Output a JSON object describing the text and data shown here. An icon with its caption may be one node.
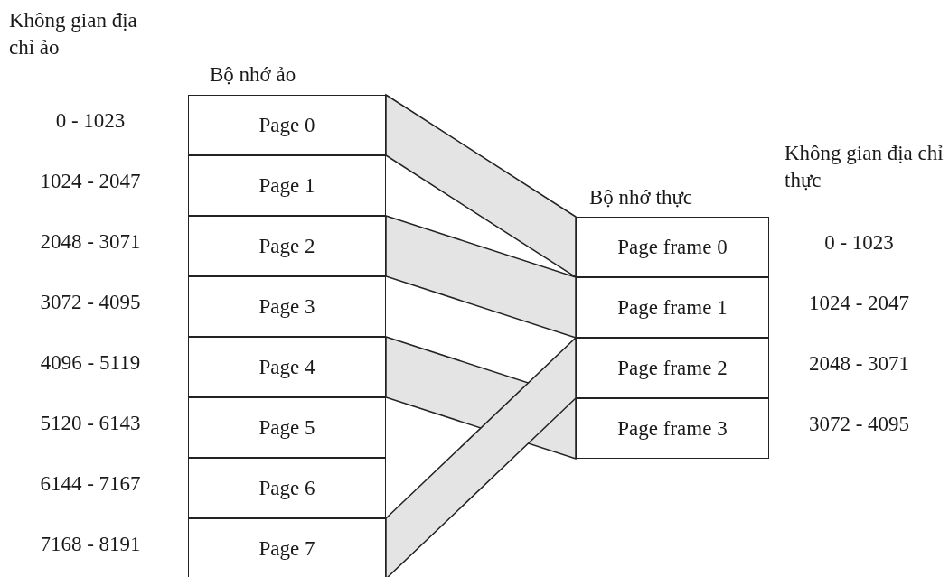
{
  "diagram": {
    "nodes": [
      {
        "text": [
          "Page 0"
        ],
        "beside": [
          "0 - 1023"
        ]
      },
      {
        "text": [
          "Page 1"
        ],
        "beside": [
          "1024 - 2047"
        ]
      },
      {
        "text": [
          "Page 2"
        ],
        "beside": [
          "2048 - 3071"
        ]
      },
      {
        "text": [
          "Page 3"
        ],
        "beside": [
          "3072 - 4095"
        ]
      },
      {
        "text": [
          "Page 4"
        ],
        "beside": [
          "4096 - 5119"
        ]
      },
      {
        "text": [
          "Page 5"
        ],
        "beside": [
          "5120 - 6143"
        ]
      },
      {
        "text": [
          "Page 6"
        ],
        "beside": [
          "6144 - 7167"
        ]
      },
      {
        "text": [
          "Page 7"
        ],
        "beside": [
          "7168 - 8191"
        ]
      },
      {
        "text": [
          "Page frame 0"
        ],
        "beside": [
          "0 - 1023"
        ]
      },
      {
        "text": [
          "Page frame 1"
        ],
        "beside": [
          "1024 - 2047"
        ]
      },
      {
        "text": [
          "Page frame 2"
        ],
        "beside": [
          "2048 - 3071"
        ]
      },
      {
        "text": [
          "Page frame 3"
        ],
        "beside": [
          "3072 - 4095"
        ]
      }
    ],
    "edges": [
      {
        "from": 0,
        "to": 8,
        "arrow": "none"
      },
      {
        "from": 2,
        "to": 9,
        "arrow": "none"
      },
      {
        "from": 4,
        "to": 11,
        "arrow": "none"
      },
      {
        "from": 7,
        "to": 10,
        "arrow": "none"
      }
    ],
    "labels": [
      "Không gian địa chỉ ảo",
      "Bộ nhớ ảo",
      "Bộ nhớ thực",
      "Không gian địa chỉ thực"
    ]
  }
}
